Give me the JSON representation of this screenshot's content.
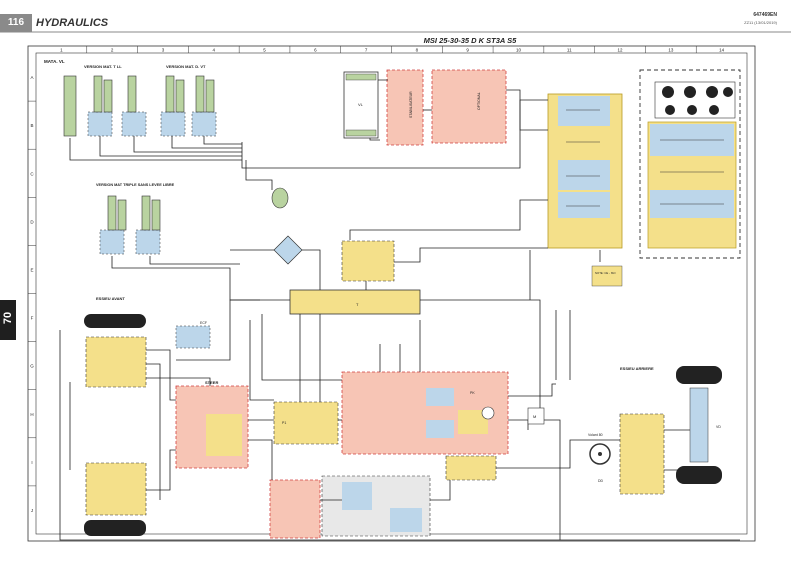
{
  "header": {
    "page_number": "116",
    "section": "HYDRAULICS",
    "doc_code": "647469EN",
    "doc_rev": "ZZ11 (13/01/2019)"
  },
  "side_tab": "70",
  "diagram": {
    "title": "MSI 25-30-35 D K ST3A S5",
    "columns": [
      "1",
      "2",
      "3",
      "4",
      "5",
      "6",
      "7",
      "8",
      "9",
      "10",
      "11",
      "12",
      "13",
      "14"
    ],
    "rows": [
      "A",
      "B",
      "C",
      "D",
      "E",
      "F",
      "G",
      "H",
      "I",
      "J"
    ],
    "labels": {
      "mata_vl": "MATA. VL",
      "version_mat_t_ll": "VERSION MAT. T LL",
      "version_mat_d_vt": "VERSION MAT. D. VT",
      "version_mat_triple": "VERSION MAT TRIPLE SANS LEVEE LIBRE",
      "essieu_avant": "ESSIEU AVANT",
      "essieu_arriere": "ESSIEU ARRIERE",
      "optional": "OPTIONAL",
      "stabilisateur": "STABILISATEUR",
      "steer": "STEER",
      "ecf": "ECF",
      "volant": "Volant 80",
      "dd": "DD",
      "vd": "VD",
      "vl": "VL",
      "t": "T",
      "pk": "PK",
      "m": "M",
      "pf": "P1",
      "note": "NOTE: CE - ISO"
    }
  }
}
